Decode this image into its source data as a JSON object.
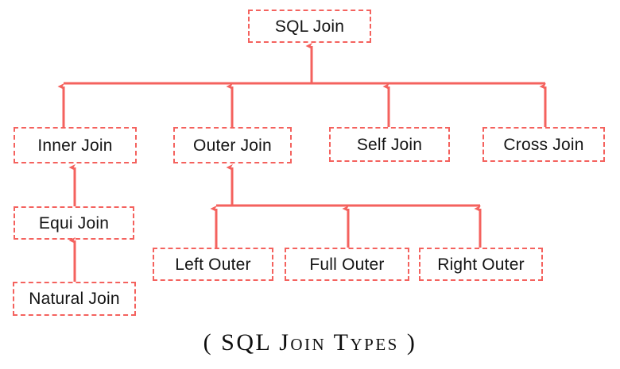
{
  "diagram": {
    "title": "SQL Join",
    "caption": "( SQL Join Types )",
    "accent_color": "#F4625E",
    "text_color": "#141414",
    "background_color": "#FFFFFF",
    "nodes": [
      {
        "id": "sql-join",
        "label": "SQL Join",
        "level": 0
      },
      {
        "id": "inner-join",
        "label": "Inner Join",
        "level": 1
      },
      {
        "id": "outer-join",
        "label": "Outer Join",
        "level": 1
      },
      {
        "id": "self-join",
        "label": "Self Join",
        "level": 1
      },
      {
        "id": "cross-join",
        "label": "Cross Join",
        "level": 1
      },
      {
        "id": "equi-join",
        "label": "Equi Join",
        "level": 2
      },
      {
        "id": "natural-join",
        "label": "Natural Join",
        "level": 3
      },
      {
        "id": "left-outer",
        "label": "Left Outer",
        "level": 2
      },
      {
        "id": "full-outer",
        "label": "Full Outer",
        "level": 2
      },
      {
        "id": "right-outer",
        "label": "Right Outer",
        "level": 2
      }
    ],
    "edges": [
      {
        "from": "inner-join",
        "to": "sql-join"
      },
      {
        "from": "outer-join",
        "to": "sql-join"
      },
      {
        "from": "self-join",
        "to": "sql-join"
      },
      {
        "from": "cross-join",
        "to": "sql-join"
      },
      {
        "from": "equi-join",
        "to": "inner-join"
      },
      {
        "from": "natural-join",
        "to": "equi-join"
      },
      {
        "from": "left-outer",
        "to": "outer-join"
      },
      {
        "from": "full-outer",
        "to": "outer-join"
      },
      {
        "from": "right-outer",
        "to": "outer-join"
      }
    ]
  }
}
